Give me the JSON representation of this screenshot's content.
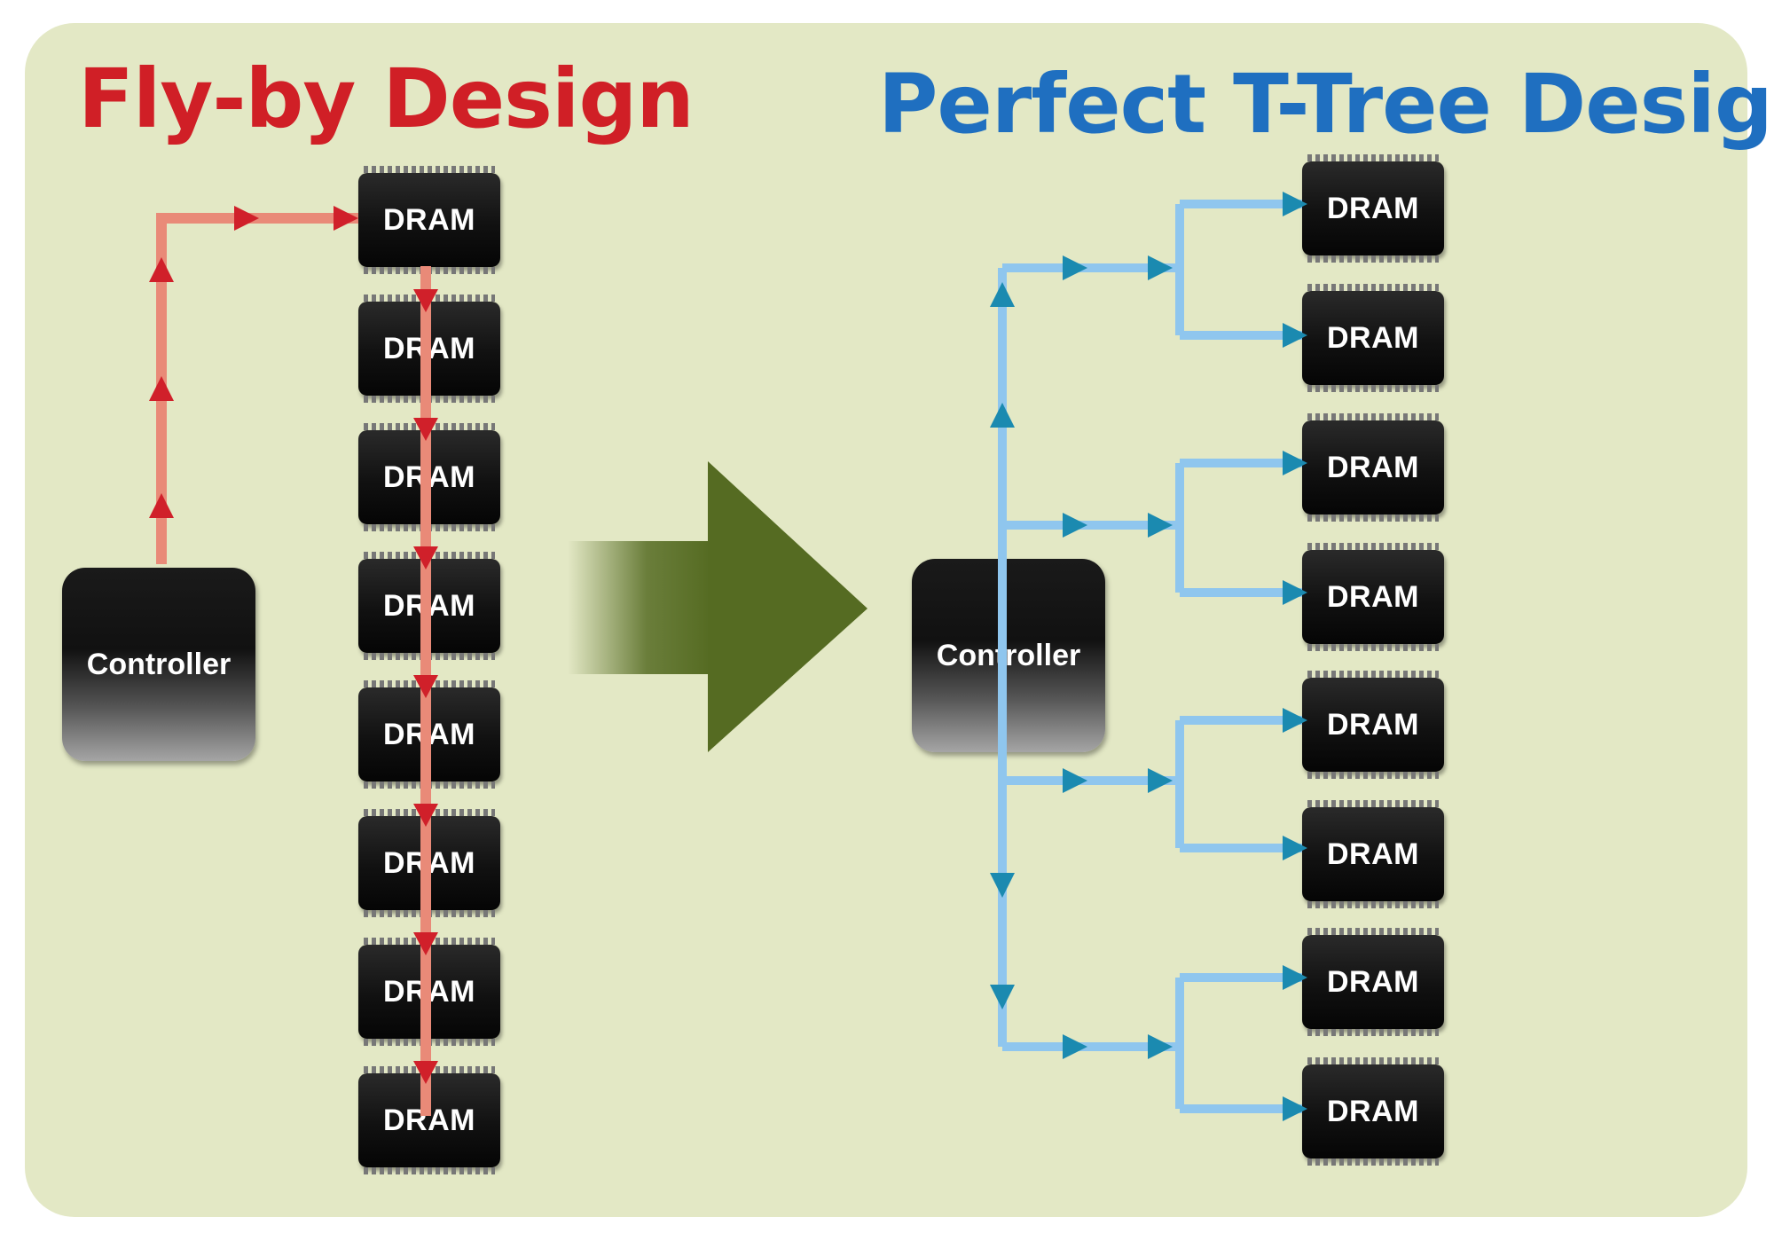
{
  "left": {
    "title": "Fly-by Design",
    "controller_label": "Controller",
    "chips": [
      "DRAM",
      "DRAM",
      "DRAM",
      "DRAM",
      "DRAM",
      "DRAM",
      "DRAM",
      "DRAM"
    ]
  },
  "right": {
    "title": "Perfect T-Tree Design",
    "controller_label": "Controller",
    "chips": [
      "DRAM",
      "DRAM",
      "DRAM",
      "DRAM",
      "DRAM",
      "DRAM",
      "DRAM",
      "DRAM"
    ]
  },
  "colors": {
    "background": "#e3e8c5",
    "flyby_title": "#d01f26",
    "ttree_title": "#1f6fc0",
    "flyby_line": "#e98a78",
    "flyby_arrow": "#d0202a",
    "ttree_line": "#8fc6ee",
    "ttree_arrow": "#1b8ab0",
    "transition_arrow": "#556b22"
  }
}
